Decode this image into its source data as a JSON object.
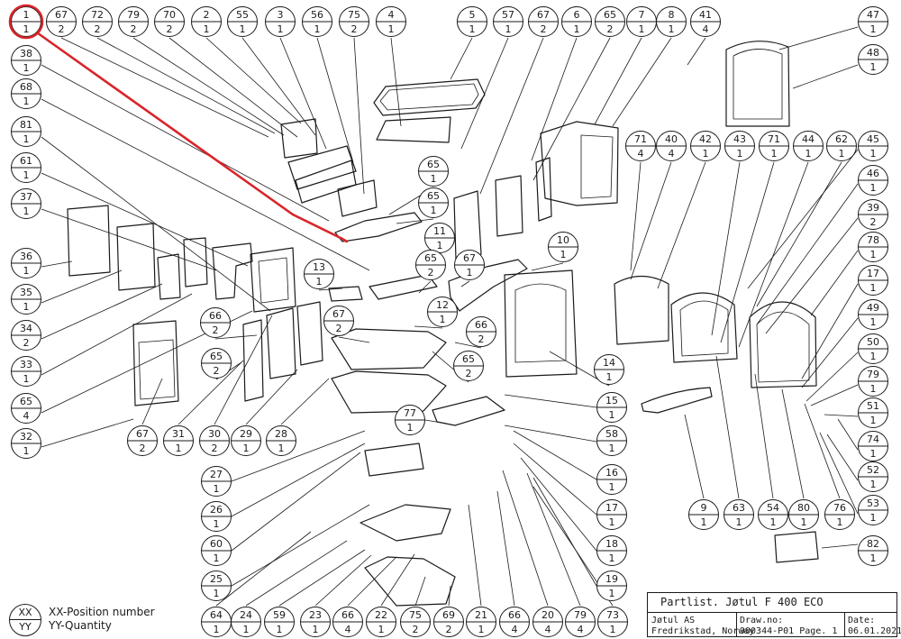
{
  "diagram": {
    "callouts": [
      {
        "pos": "1",
        "qty": "1"
      },
      {
        "pos": "67",
        "qty": "2"
      },
      {
        "pos": "72",
        "qty": "2"
      },
      {
        "pos": "79",
        "qty": "2"
      },
      {
        "pos": "70",
        "qty": "2"
      },
      {
        "pos": "2",
        "qty": "1"
      },
      {
        "pos": "55",
        "qty": "1"
      },
      {
        "pos": "3",
        "qty": "1"
      },
      {
        "pos": "56",
        "qty": "1"
      },
      {
        "pos": "75",
        "qty": "2"
      },
      {
        "pos": "4",
        "qty": "1"
      },
      {
        "pos": "5",
        "qty": "1"
      },
      {
        "pos": "57",
        "qty": "1"
      },
      {
        "pos": "67",
        "qty": "2"
      },
      {
        "pos": "6",
        "qty": "1"
      },
      {
        "pos": "65",
        "qty": "2"
      },
      {
        "pos": "7",
        "qty": "1"
      },
      {
        "pos": "8",
        "qty": "1"
      },
      {
        "pos": "41",
        "qty": "4"
      },
      {
        "pos": "47",
        "qty": "1"
      },
      {
        "pos": "38",
        "qty": "1"
      },
      {
        "pos": "48",
        "qty": "1"
      },
      {
        "pos": "68",
        "qty": "1"
      },
      {
        "pos": "81",
        "qty": "1"
      },
      {
        "pos": "61",
        "qty": "1"
      },
      {
        "pos": "37",
        "qty": "1"
      },
      {
        "pos": "36",
        "qty": "1"
      },
      {
        "pos": "35",
        "qty": "1"
      },
      {
        "pos": "34",
        "qty": "2"
      },
      {
        "pos": "33",
        "qty": "1"
      },
      {
        "pos": "65",
        "qty": "4"
      },
      {
        "pos": "32",
        "qty": "1"
      },
      {
        "pos": "71",
        "qty": "4"
      },
      {
        "pos": "40",
        "qty": "4"
      },
      {
        "pos": "42",
        "qty": "1"
      },
      {
        "pos": "43",
        "qty": "1"
      },
      {
        "pos": "71",
        "qty": "1"
      },
      {
        "pos": "44",
        "qty": "1"
      },
      {
        "pos": "62",
        "qty": "1"
      },
      {
        "pos": "45",
        "qty": "1"
      },
      {
        "pos": "46",
        "qty": "1"
      },
      {
        "pos": "39",
        "qty": "2"
      },
      {
        "pos": "78",
        "qty": "1"
      },
      {
        "pos": "17",
        "qty": "1"
      },
      {
        "pos": "49",
        "qty": "1"
      },
      {
        "pos": "50",
        "qty": "1"
      },
      {
        "pos": "79",
        "qty": "1"
      },
      {
        "pos": "51",
        "qty": "1"
      },
      {
        "pos": "74",
        "qty": "1"
      },
      {
        "pos": "52",
        "qty": "1"
      },
      {
        "pos": "53",
        "qty": "1"
      },
      {
        "pos": "65",
        "qty": "1"
      },
      {
        "pos": "65",
        "qty": "1"
      },
      {
        "pos": "11",
        "qty": "1"
      },
      {
        "pos": "10",
        "qty": "1"
      },
      {
        "pos": "65",
        "qty": "2"
      },
      {
        "pos": "67",
        "qty": "1"
      },
      {
        "pos": "13",
        "qty": "1"
      },
      {
        "pos": "12",
        "qty": "1"
      },
      {
        "pos": "66",
        "qty": "2"
      },
      {
        "pos": "67",
        "qty": "2"
      },
      {
        "pos": "66",
        "qty": "2"
      },
      {
        "pos": "65",
        "qty": "2"
      },
      {
        "pos": "65",
        "qty": "2"
      },
      {
        "pos": "14",
        "qty": "1"
      },
      {
        "pos": "15",
        "qty": "1"
      },
      {
        "pos": "77",
        "qty": "1"
      },
      {
        "pos": "58",
        "qty": "1"
      },
      {
        "pos": "67",
        "qty": "2"
      },
      {
        "pos": "31",
        "qty": "1"
      },
      {
        "pos": "30",
        "qty": "2"
      },
      {
        "pos": "29",
        "qty": "1"
      },
      {
        "pos": "28",
        "qty": "1"
      },
      {
        "pos": "27",
        "qty": "1"
      },
      {
        "pos": "26",
        "qty": "1"
      },
      {
        "pos": "16",
        "qty": "1"
      },
      {
        "pos": "17",
        "qty": "1"
      },
      {
        "pos": "9",
        "qty": "1"
      },
      {
        "pos": "63",
        "qty": "1"
      },
      {
        "pos": "54",
        "qty": "1"
      },
      {
        "pos": "80",
        "qty": "1"
      },
      {
        "pos": "76",
        "qty": "1"
      },
      {
        "pos": "60",
        "qty": "1"
      },
      {
        "pos": "18",
        "qty": "1"
      },
      {
        "pos": "25",
        "qty": "1"
      },
      {
        "pos": "19",
        "qty": "1"
      },
      {
        "pos": "82",
        "qty": "1"
      },
      {
        "pos": "64",
        "qty": "1"
      },
      {
        "pos": "24",
        "qty": "1"
      },
      {
        "pos": "59",
        "qty": "1"
      },
      {
        "pos": "23",
        "qty": "1"
      },
      {
        "pos": "66",
        "qty": "4"
      },
      {
        "pos": "22",
        "qty": "1"
      },
      {
        "pos": "75",
        "qty": "2"
      },
      {
        "pos": "69",
        "qty": "2"
      },
      {
        "pos": "21",
        "qty": "1"
      },
      {
        "pos": "66",
        "qty": "4"
      },
      {
        "pos": "20",
        "qty": "4"
      },
      {
        "pos": "79",
        "qty": "4"
      },
      {
        "pos": "73",
        "qty": "1"
      }
    ],
    "highlight_color": "#d9252a",
    "line_color": "#1a1a1a"
  },
  "legend": {
    "symbol_top": "XX",
    "symbol_bottom": "YY",
    "position_text": "XX-Position number",
    "quantity_text": "YY-Quantity"
  },
  "title_block": {
    "title": "Partlist. Jøtul F 400 ECO",
    "company": "Jøtul AS",
    "location": "Fredrikstad, Norway",
    "draw_label": "Draw.no:",
    "draw_value": "900344-P01 Page. 1",
    "date_label": "Date:",
    "date_value": "06.01.2021"
  }
}
